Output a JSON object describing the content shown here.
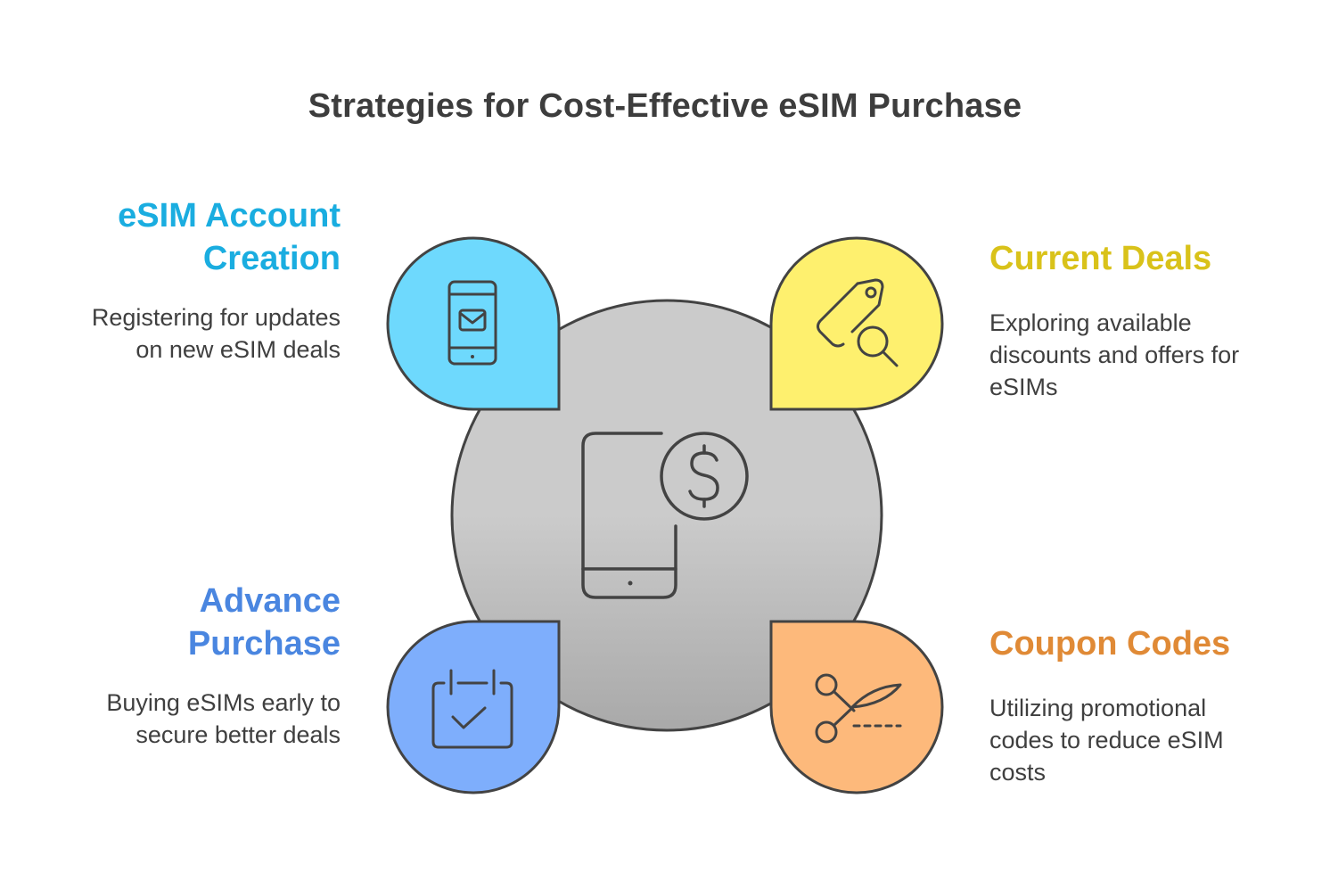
{
  "title": "Strategies for Cost-Effective eSIM Purchase",
  "items": [
    {
      "heading_lines": [
        "eSIM Account",
        "Creation"
      ],
      "description_lines": [
        "Registering for updates",
        "on new eSIM deals"
      ],
      "color": "#1aade0",
      "fill": "#6ed9fd",
      "icon": "phone-mail-icon"
    },
    {
      "heading_lines": [
        "Current Deals"
      ],
      "description_lines": [
        "Exploring available",
        "discounts and offers for",
        "eSIMs"
      ],
      "color": "#d9c21a",
      "fill": "#fef06e",
      "icon": "price-tag-search-icon"
    },
    {
      "heading_lines": [
        "Advance",
        "Purchase"
      ],
      "description_lines": [
        "Buying eSIMs early to",
        "secure better deals"
      ],
      "color": "#4a86e0",
      "fill": "#7eaefc",
      "icon": "calendar-check-icon"
    },
    {
      "heading_lines": [
        "Coupon Codes"
      ],
      "description_lines": [
        "Utilizing promotional",
        "codes to reduce eSIM",
        "costs"
      ],
      "color": "#e08a36",
      "fill": "#fdb97b",
      "icon": "scissors-cut-icon"
    }
  ],
  "center": {
    "icon": "phone-dollar-icon",
    "fill_top": "#cbcbcb",
    "fill_bottom": "#a9a9a9"
  }
}
